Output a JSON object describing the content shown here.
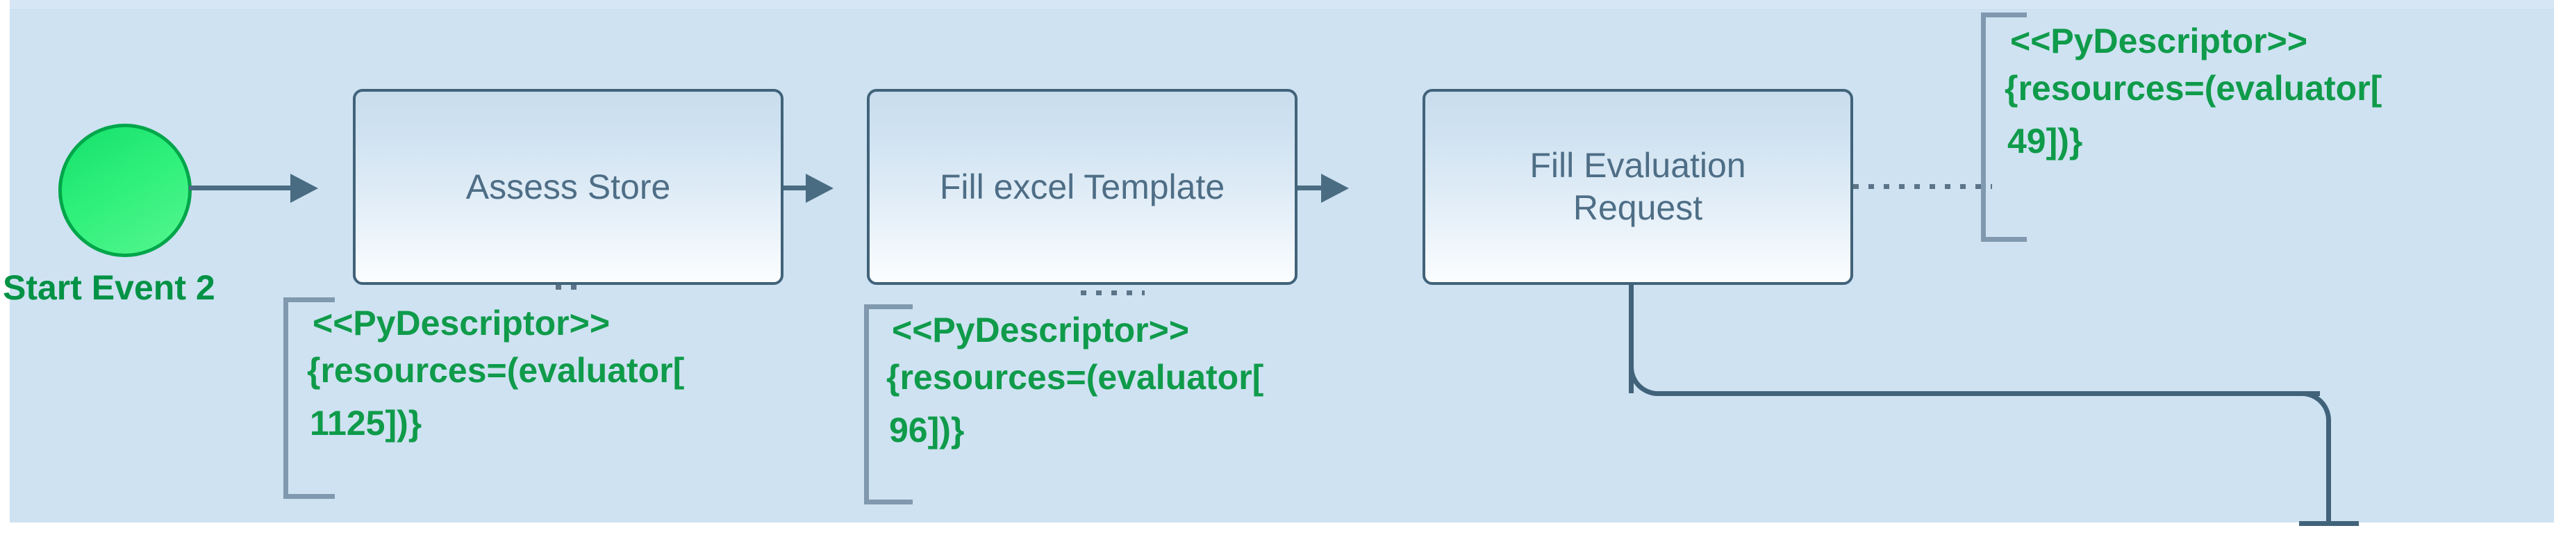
{
  "diagram": {
    "type": "bpmn-process-fragment",
    "background_color": "#cee2f2",
    "accent_color": "#41637a",
    "annotation_color": "#0f9b4a",
    "start_event_color": "#2df07a"
  },
  "start_event": {
    "label": "Start Event 2",
    "shape": "circle",
    "fill": "#2df07a",
    "stroke": "#00a64a"
  },
  "tasks": [
    {
      "id": "assess-store",
      "label": "Assess Store"
    },
    {
      "id": "fill-excel-template",
      "label": "Fill excel Template"
    },
    {
      "id": "fill-evaluation-request",
      "label": "Fill Evaluation\nRequest"
    }
  ],
  "annotations": [
    {
      "id": "anno-assess-store",
      "stereotype": "<<PyDescriptor>>",
      "line2": "{resources=(evaluator[",
      "line3": "1125])}",
      "resource": "evaluator",
      "value": "1125",
      "attached_to": "assess-store"
    },
    {
      "id": "anno-fill-excel-template",
      "stereotype": "<<PyDescriptor>>",
      "line2": "{resources=(evaluator[",
      "line3": "96])}",
      "resource": "evaluator",
      "value": "96",
      "attached_to": "fill-excel-template"
    },
    {
      "id": "anno-fill-evaluation-request",
      "stereotype": "<<PyDescriptor>>",
      "line2": "{resources=(evaluator[",
      "line3": "49])}",
      "resource": "evaluator",
      "value": "49",
      "attached_to": "fill-evaluation-request"
    }
  ],
  "flows": [
    {
      "id": "flow-start-to-assess",
      "from": "start-event",
      "to": "assess-store",
      "style": "solid-arrow"
    },
    {
      "id": "flow-assess-to-excel",
      "from": "assess-store",
      "to": "fill-excel-template",
      "style": "solid-arrow"
    },
    {
      "id": "flow-excel-to-evaluation",
      "from": "fill-excel-template",
      "to": "fill-evaluation-request",
      "style": "solid-arrow"
    },
    {
      "id": "flow-evaluation-outgoing",
      "from": "fill-evaluation-request",
      "to": "",
      "style": "solid-routed"
    }
  ]
}
